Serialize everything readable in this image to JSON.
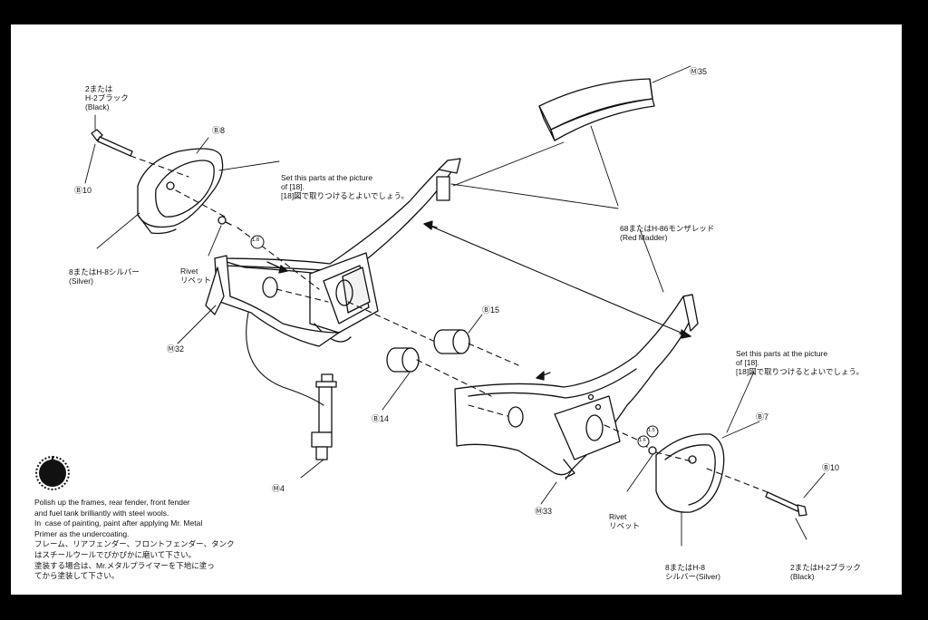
{
  "parts": {
    "m35": "Ⓜ35",
    "b8": "Ⓑ8",
    "b10_left": "Ⓑ10",
    "b10_right": "Ⓑ10",
    "b15": "Ⓑ15",
    "b14": "Ⓑ14",
    "b7": "Ⓑ7",
    "m32": "Ⓜ32",
    "m4": "Ⓜ4",
    "m33": "Ⓜ33",
    "step_left": "1.6",
    "step_right_a": "1.6",
    "step_right_b": "1.5"
  },
  "labels": {
    "black_left": [
      "2または",
      "H-2ブラック",
      "(Black)"
    ],
    "set_left": [
      "Set this parts at the picture",
      "of [18].",
      "[18]図で取りつけるとよいでしょう。"
    ],
    "silver_left": [
      "8またはH-8シルバー",
      "(Silver)"
    ],
    "rivet_left": [
      "Rivet",
      "リベット"
    ],
    "red_madder": [
      "68またはH-86モンザレッド",
      "(Red Madder)"
    ],
    "set_right": [
      "Set this parts at the picture",
      "of [18].",
      "[18]図で取りつけるとよいでしょう。"
    ],
    "rivet_right": [
      "Rivet",
      "リベット"
    ],
    "silver_right": [
      "8またはH-8",
      "シルバー(Silver)"
    ],
    "black_right": [
      "2またはH-2ブラック",
      "(Black)"
    ]
  },
  "note": {
    "lines": [
      "Polish up the frames, rear fender, front fender",
      "and fuel tank brilliantly with steel wools.",
      "In  case of painting, paint after applying Mr. Metal",
      "Primer as the undercoating.",
      "フレーム、リアフェンダー、フロントフェンダー、タンク",
      "はスチールウールでぴかぴかに磨いて下さい。",
      "塗装する場合は、Mr.メタルプライマーを下地に塗っ",
      "てから塗装して下さい。"
    ]
  }
}
